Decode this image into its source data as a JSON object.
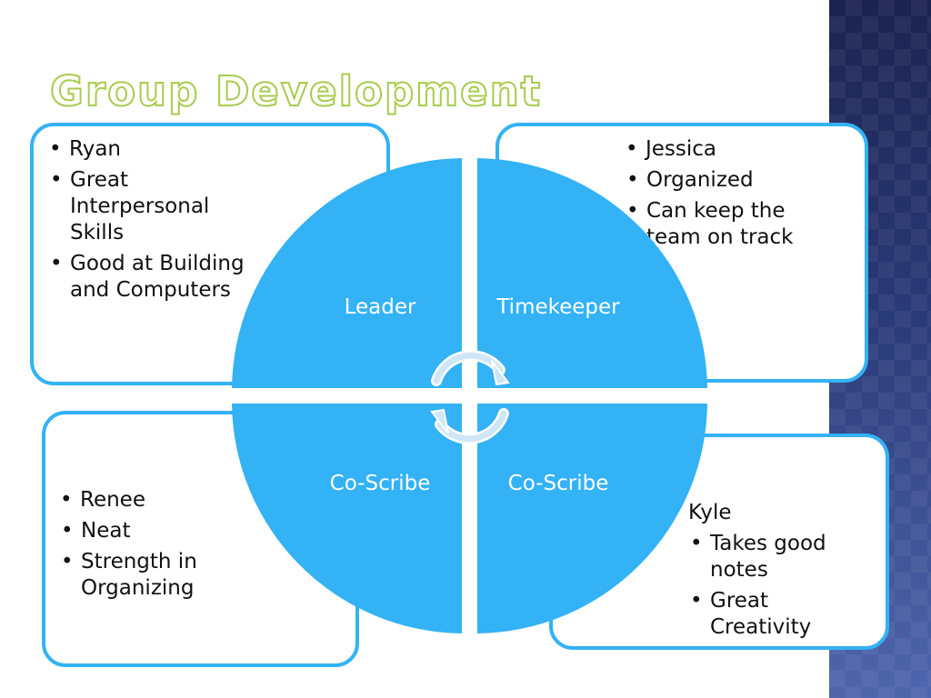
{
  "slide": {
    "title": "Group Development",
    "title_color": "#a6cc4c",
    "accent": "#33b2f5",
    "sidebar_color": "#2a3a78"
  },
  "roles": {
    "top_left": "Leader",
    "top_right": "Timekeeper",
    "bottom_left": "Co-Scribe",
    "bottom_right": "Co-Scribe"
  },
  "members": {
    "ryan": {
      "name": "Ryan",
      "points": [
        "Great Interpersonal Skills",
        "Good at Building and Computers"
      ]
    },
    "jessica": {
      "name": "Jessica",
      "points": [
        "Organized",
        "Can keep the team on track"
      ]
    },
    "renee": {
      "name": "Renee",
      "points": [
        "Neat",
        "Strength in Organizing"
      ]
    },
    "kyle": {
      "name": "Kyle",
      "points": [
        "Takes good notes",
        "Great Creativity"
      ]
    }
  },
  "icons": {
    "center": "cycle-arrows-icon"
  }
}
